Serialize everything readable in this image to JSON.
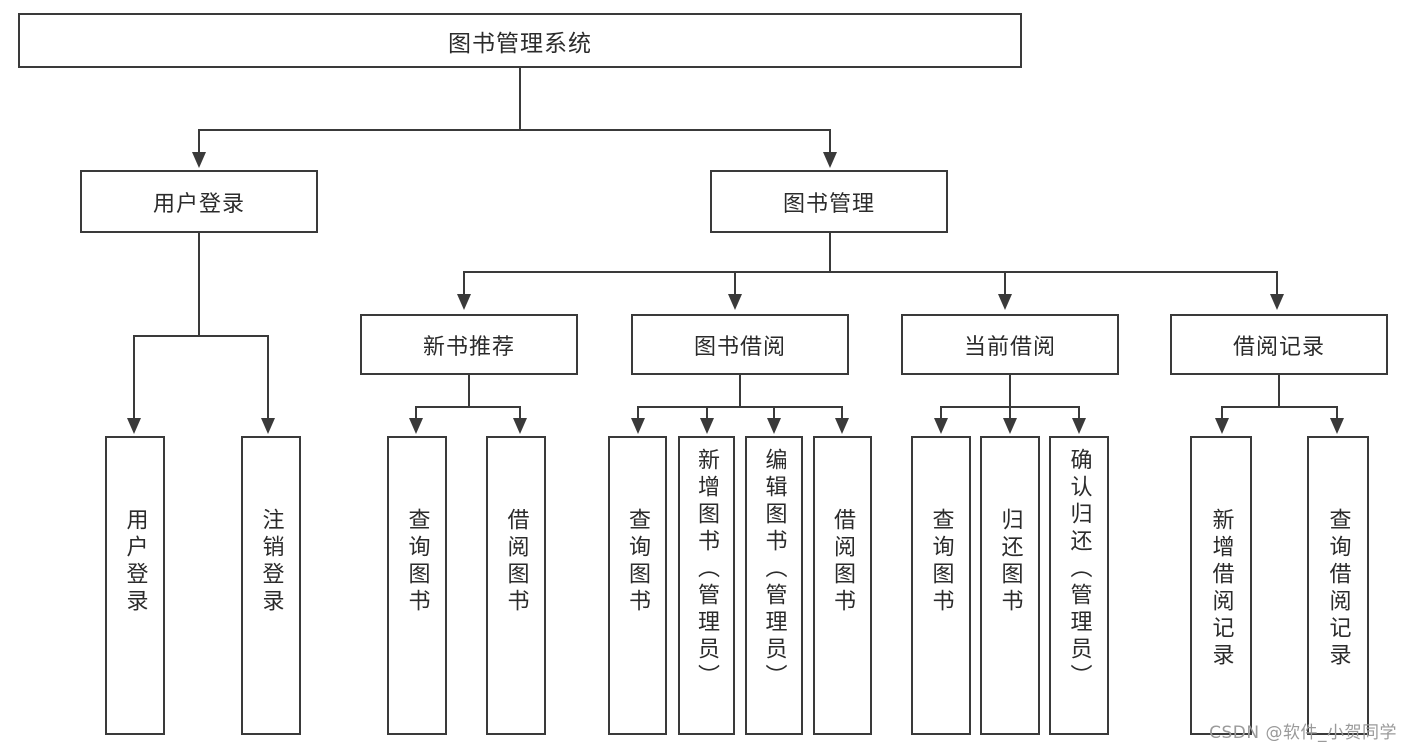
{
  "diagram": {
    "type": "tree",
    "title": "图书管理系统",
    "root": {
      "label": "图书管理系统"
    },
    "level2": [
      {
        "label": "用户登录"
      },
      {
        "label": "图书管理"
      }
    ],
    "level3": [
      {
        "label": "新书推荐"
      },
      {
        "label": "图书借阅"
      },
      {
        "label": "当前借阅"
      },
      {
        "label": "借阅记录"
      }
    ],
    "leaves": {
      "user_login": [
        {
          "label": "用户登录"
        },
        {
          "label": "注销登录"
        }
      ],
      "new_book_recommend": [
        {
          "label": "查询图书"
        },
        {
          "label": "借阅图书"
        }
      ],
      "book_borrow": [
        {
          "label": "查询图书"
        },
        {
          "label": "新增图书（管理员）"
        },
        {
          "label": "编辑图书（管理员）"
        },
        {
          "label": "借阅图书"
        }
      ],
      "current_borrow": [
        {
          "label": "查询图书"
        },
        {
          "label": "归还图书"
        },
        {
          "label": "确认归还（管理员）"
        }
      ],
      "borrow_record": [
        {
          "label": "新增借阅记录"
        },
        {
          "label": "查询借阅记录"
        }
      ]
    }
  },
  "watermark": {
    "text": "CSDN @软件_小贺同学"
  },
  "colors": {
    "stroke": "#3a3a3a",
    "text": "#2b2b2b",
    "background": "#ffffff",
    "watermark": "#9a9a9a"
  }
}
